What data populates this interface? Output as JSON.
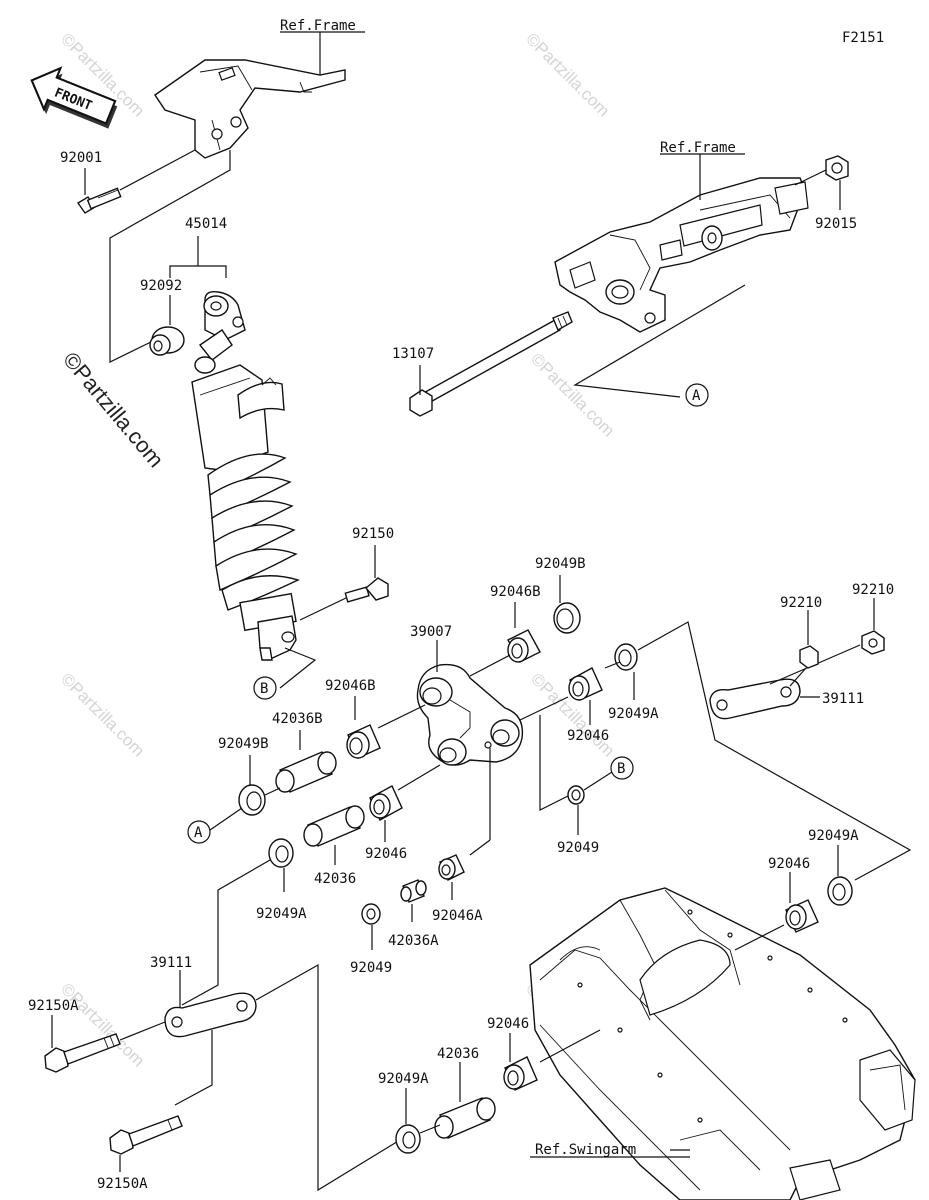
{
  "diagram": {
    "figure_id": "F2151",
    "watermark": "©Partzilla.com",
    "front_label": "FRONT",
    "reference_labels": {
      "frame_top": "Ref.Frame",
      "frame_right": "Ref.Frame",
      "swingarm": "Ref.Swingarm"
    },
    "callouts": {
      "a": "A",
      "b": "B"
    },
    "part_labels": {
      "p92001": "92001",
      "p45014": "45014",
      "p92092": "92092",
      "p92015": "92015",
      "p13107": "13107",
      "p92150_top": "92150",
      "p92049B_top": "92049B",
      "p92046B_top": "92046B",
      "p39007": "39007",
      "p92210_left": "92210",
      "p92210_right": "92210",
      "p92046B_mid": "92046B",
      "p39111_right": "39111",
      "p42036B": "42036B",
      "p92049A_mid": "92049A",
      "p92046_mid": "92046",
      "p92049B_left": "92049B",
      "p92046_lower": "92046",
      "p42036_mid": "42036",
      "p92049_right": "92049",
      "p92049A_right": "92049A",
      "p92046_right": "92046",
      "p92049A_left": "92049A",
      "p92046A": "92046A",
      "p42036A": "42036A",
      "p92049_lower": "92049",
      "p39111_left": "39111",
      "p92150A_top": "92150A",
      "p92046_bottom": "92046",
      "p42036_bottom": "42036",
      "p92049A_bottom": "92049A",
      "p92150A_bottom": "92150A"
    }
  }
}
